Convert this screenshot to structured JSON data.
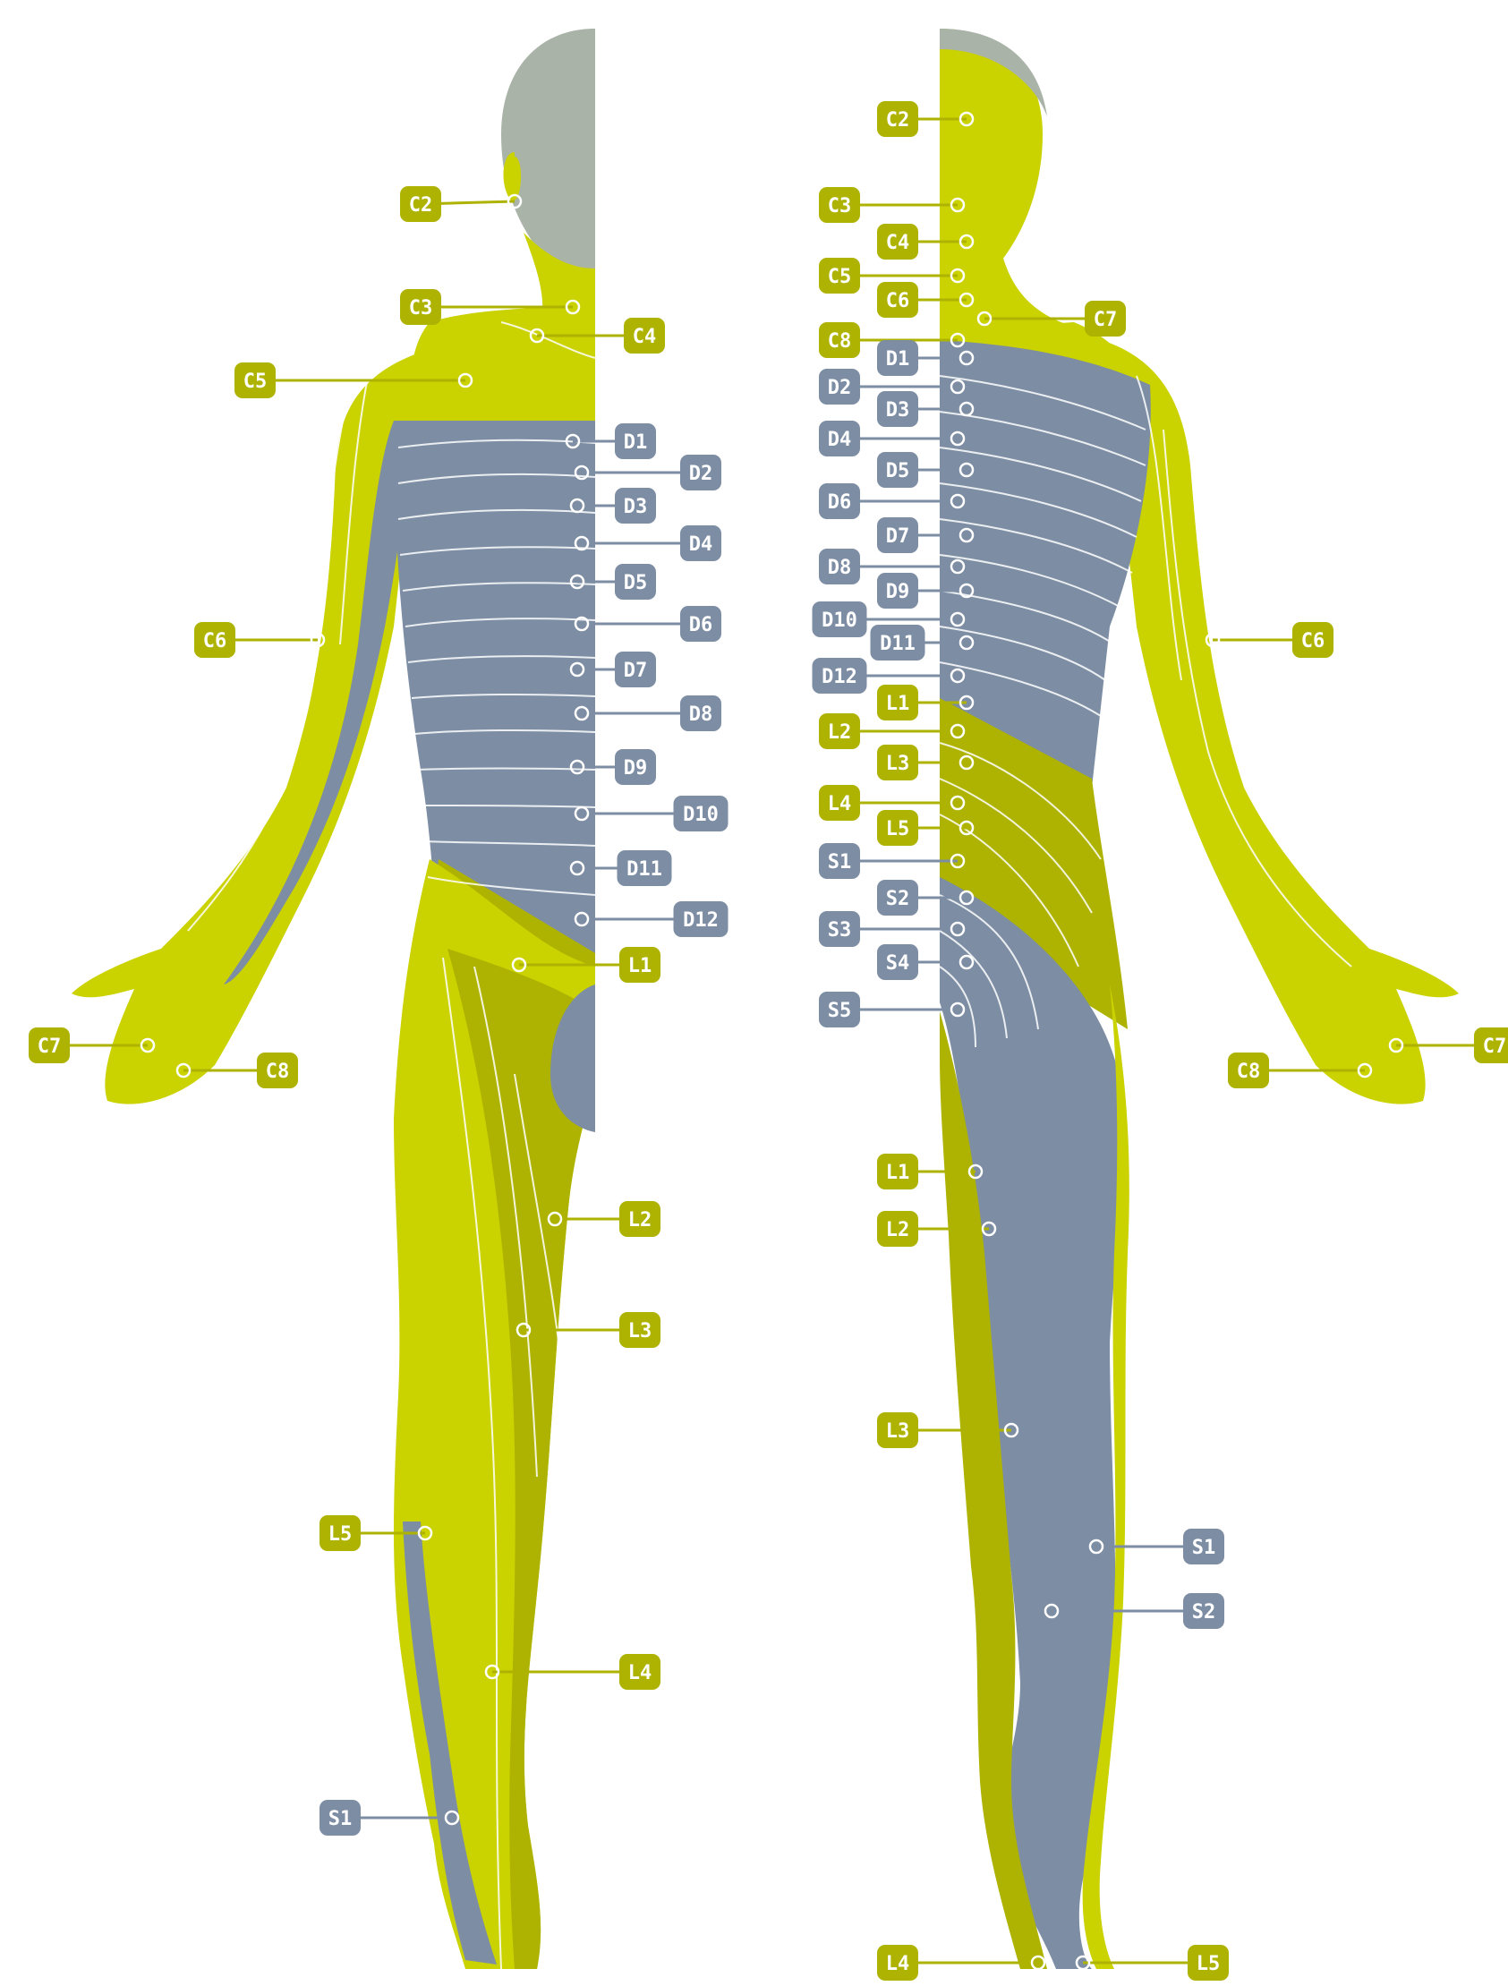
{
  "colors": {
    "background": "#ffffff",
    "dermatome_yellow": "#cad200",
    "dermatome_olive": "#adb300",
    "dermatome_gray": "#7d8da3",
    "head_gray": "#a9b3a8",
    "outline_line": "#ffffff",
    "label_text": "#ffffff"
  },
  "front_labels": [
    "C2",
    "C3",
    "C4",
    "C5",
    "C6",
    "C7",
    "C8",
    "D1",
    "D2",
    "D3",
    "D4",
    "D5",
    "D6",
    "D7",
    "D8",
    "D9",
    "D10",
    "D11",
    "D12",
    "L1",
    "L2",
    "L3",
    "L5",
    "L4",
    "S1"
  ],
  "back_labels": [
    "C2",
    "C3",
    "C4",
    "C5",
    "C6",
    "C7",
    "C8",
    "D1",
    "D2",
    "D3",
    "D4",
    "D5",
    "D6",
    "D7",
    "D8",
    "D9",
    "D10",
    "D11",
    "D12",
    "L1",
    "L2",
    "L3",
    "L4",
    "L5",
    "S1",
    "S2",
    "S3",
    "S4",
    "S5",
    "C6",
    "C8",
    "C7",
    "L1",
    "L2",
    "L3",
    "S1",
    "S2",
    "L4",
    "L5"
  ]
}
